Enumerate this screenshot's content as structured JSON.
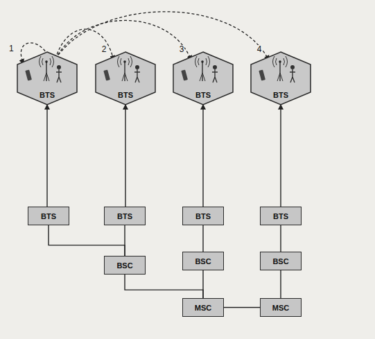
{
  "diagram": {
    "nodes": [
      {
        "text": [
          "BTS"
        ]
      },
      {
        "text": [
          "BTS"
        ]
      },
      {
        "text": [
          "BTS"
        ]
      },
      {
        "text": [
          "BTS"
        ]
      },
      {
        "text": [
          "BTS"
        ]
      },
      {
        "text": [
          "BTS"
        ]
      },
      {
        "text": [
          "BTS"
        ]
      },
      {
        "text": [
          "BTS"
        ]
      },
      {
        "text": [
          "BSC"
        ]
      },
      {
        "text": [
          "BSC"
        ]
      },
      {
        "text": [
          "BSC"
        ]
      },
      {
        "text": [
          "MSC"
        ]
      },
      {
        "text": [
          "MSC"
        ]
      }
    ],
    "edges": [
      {
        "from": 0,
        "to": 1,
        "arrow": "to",
        "label": "2"
      },
      {
        "from": 0,
        "to": 2,
        "arrow": "to",
        "label": "3"
      },
      {
        "from": 0,
        "to": 3,
        "arrow": "to",
        "label": "4"
      },
      {
        "from": 4,
        "to": 0,
        "arrow": "to"
      },
      {
        "from": 5,
        "to": 1,
        "arrow": "to"
      },
      {
        "from": 6,
        "to": 2,
        "arrow": "to"
      },
      {
        "from": 7,
        "to": 3,
        "arrow": "to"
      },
      {
        "from": 4,
        "to": 8,
        "arrow": "none"
      },
      {
        "from": 5,
        "to": 8,
        "arrow": "none"
      },
      {
        "from": 6,
        "to": 9,
        "arrow": "none"
      },
      {
        "from": 7,
        "to": 10,
        "arrow": "none"
      },
      {
        "from": 8,
        "to": 11,
        "arrow": "none"
      },
      {
        "from": 9,
        "to": 11,
        "arrow": "none"
      },
      {
        "from": 10,
        "to": 12,
        "arrow": "none"
      },
      {
        "from": 11,
        "to": 12,
        "arrow": "none"
      }
    ],
    "labels": [
      "1"
    ]
  }
}
